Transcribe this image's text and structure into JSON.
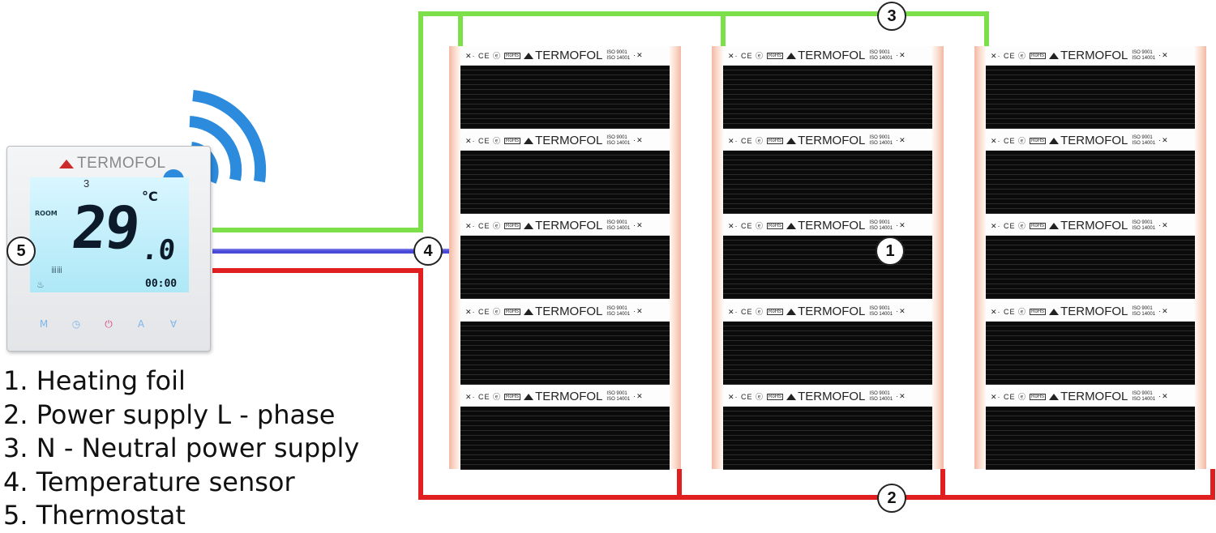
{
  "thermostat": {
    "brand": "TERMOFOL",
    "mode_number": "3",
    "room_label": "ROOM",
    "temperature_whole": "29",
    "temperature_decimal": ".0",
    "unit": "°C",
    "clock": "00:00",
    "buttons": [
      {
        "name": "menu-button",
        "glyph": "M",
        "color": "#7fb6e6"
      },
      {
        "name": "clock-button",
        "glyph": "◷",
        "color": "#7fb6e6"
      },
      {
        "name": "power-button",
        "glyph": "⏻",
        "color": "#d94b7c"
      },
      {
        "name": "up-button",
        "glyph": "A",
        "color": "#7fb6e6"
      },
      {
        "name": "down-button",
        "glyph": "∀",
        "color": "#7fb6e6"
      }
    ]
  },
  "foil": {
    "marks": "✕· CE ⓔ",
    "rohs": "RoHS",
    "brand": "TERMOFOL",
    "iso_line1": "ISO 9001",
    "iso_line2": "ISO 14001",
    "end_mark": "·✕"
  },
  "badges": {
    "b1": "1",
    "b2": "2",
    "b3": "3",
    "b4": "4",
    "b5": "5"
  },
  "legend": [
    "1. Heating foil",
    "2. Power supply L - phase",
    "3. N - Neutral power supply",
    "4. Temperature sensor",
    "5. Thermostat"
  ],
  "colors": {
    "neutral_wire": "#7de04a",
    "phase_wire": "#e02020",
    "sensor_wire": "#4a4ad8",
    "wifi": "#2c8bdc",
    "foil_edge": "#f3b8a4"
  }
}
